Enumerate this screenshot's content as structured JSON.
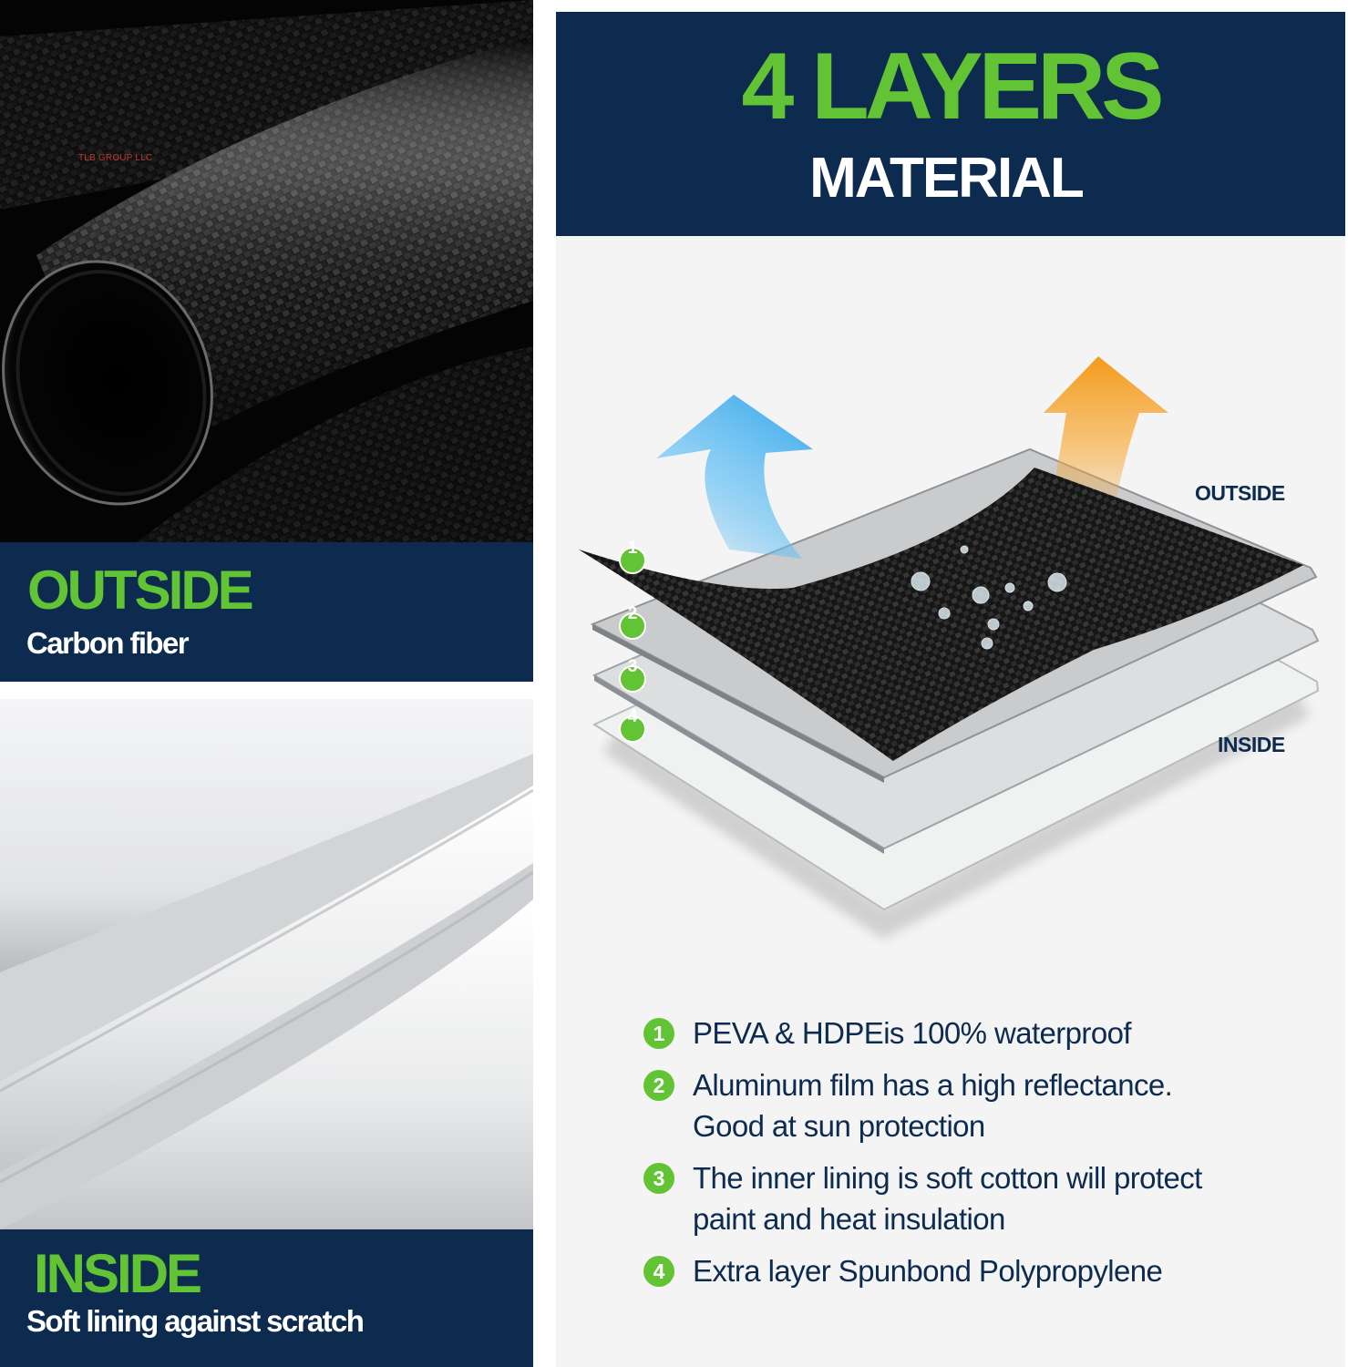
{
  "watermark": "TLB GROUP LLC",
  "outside_panel": {
    "title": "OUTSIDE",
    "subtitle": "Carbon fiber"
  },
  "inside_panel": {
    "title": "INSIDE",
    "subtitle": "Soft lining  against scratch"
  },
  "header": {
    "title": "4 LAYERS",
    "subtitle": "MATERIAL"
  },
  "diagram": {
    "outside_label": "OUTSIDE",
    "inside_label": "INSIDE",
    "layer_numbers": [
      "1",
      "2",
      "3",
      "4"
    ]
  },
  "features": [
    {
      "number": "1",
      "lines": [
        "PEVA & HDPEis 100% waterproof"
      ]
    },
    {
      "number": "2",
      "lines": [
        "Aluminum film has a high reflectance.",
        "Good at sun protection"
      ]
    },
    {
      "number": "3",
      "lines": [
        "The inner lining is soft cotton will protect",
        "paint and heat insulation"
      ]
    },
    {
      "number": "4",
      "lines": [
        "Extra layer Spunbond Polypropylene"
      ]
    }
  ],
  "colors": {
    "navy": "#0d2b4e",
    "green": "#62c334",
    "white": "#ffffff",
    "cool_arrow": "#4fb3ee",
    "warm_arrow": "#f39a1a"
  }
}
